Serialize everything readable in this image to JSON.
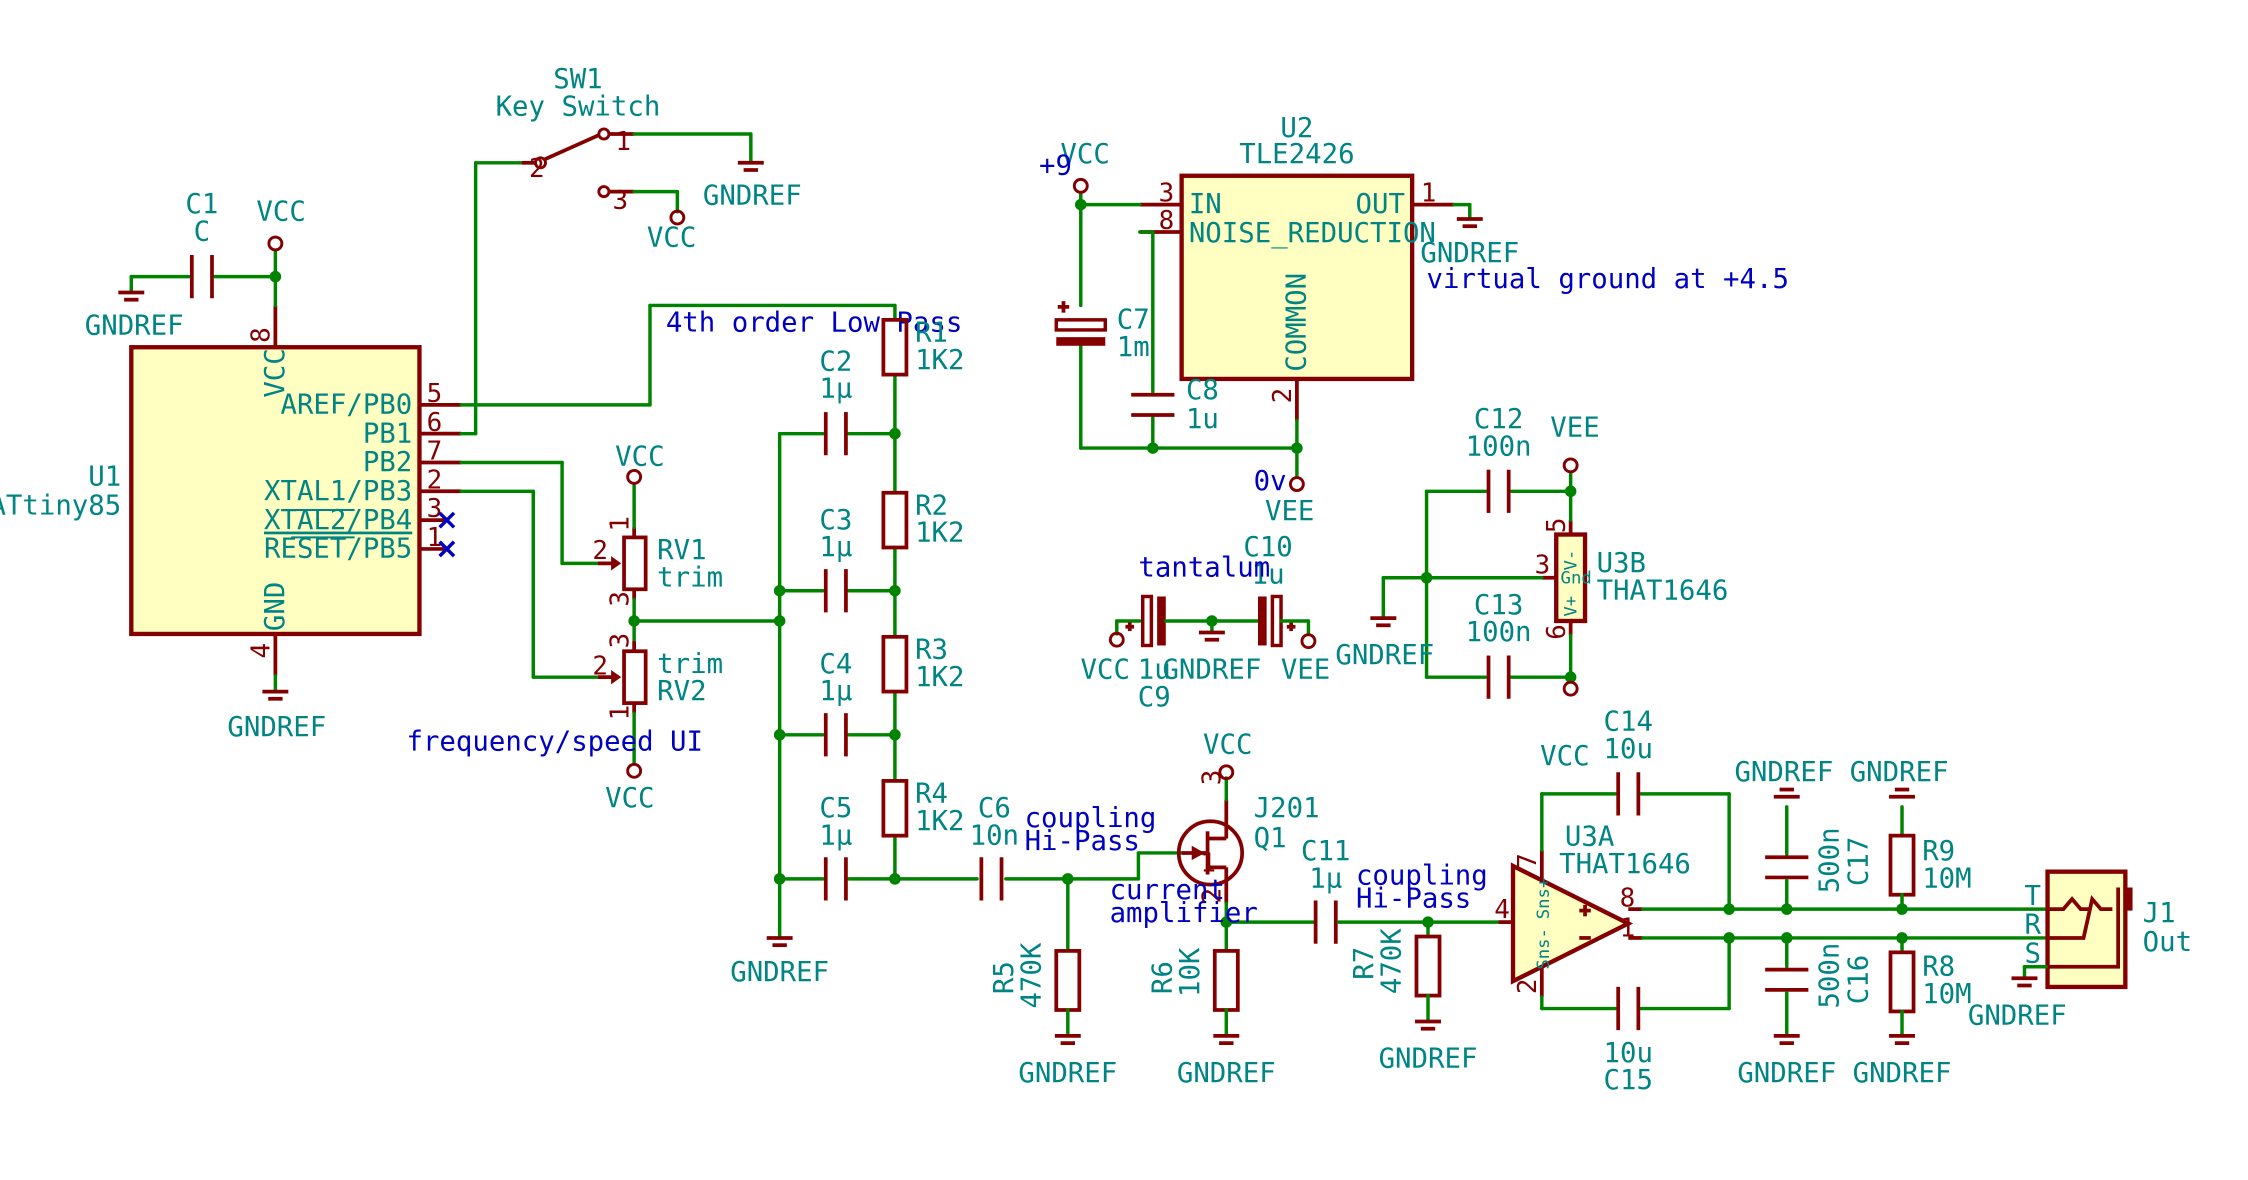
{
  "components": {
    "u1": {
      "ref": "U1",
      "value": "ATtiny85",
      "pins_left": [],
      "pins": [
        {
          "num": "5",
          "name": "AREF/PB0"
        },
        {
          "num": "6",
          "name": "PB1"
        },
        {
          "num": "7",
          "name": "PB2"
        },
        {
          "num": "2",
          "name": "XTAL1/PB3"
        },
        {
          "num": "3",
          "name": "XTAL2/PB4"
        },
        {
          "num": "1",
          "name": "RESET/PB5"
        }
      ],
      "vcc_pin": "8",
      "vcc_name": "VCC",
      "gnd_pin": "4",
      "gnd_name": "GND"
    },
    "c1": {
      "ref": "C1",
      "value": "C"
    },
    "sw1": {
      "ref": "SW1",
      "value": "Key Switch",
      "pins": [
        "1",
        "2",
        "3"
      ]
    },
    "u2": {
      "ref": "U2",
      "value": "TLE2426",
      "pin_in": "IN",
      "pin_nr": "NOISE_REDUCTION",
      "pin_out": "OUT",
      "pin_common": "COMMON",
      "num_in": "3",
      "num_nr": "8",
      "num_out": "1",
      "num_common": "2"
    },
    "c7": {
      "ref": "C7",
      "value": "1m"
    },
    "c8": {
      "ref": "C8",
      "value": "1u"
    },
    "c12": {
      "ref": "C12",
      "value": "100n"
    },
    "c13": {
      "ref": "C13",
      "value": "100n"
    },
    "u3b": {
      "ref": "U3B",
      "value": "THAT1646",
      "pin_vminus": "V-",
      "pin_gnd": "Gnd",
      "pin_vplus": "V+",
      "num_vminus": "5",
      "num_gnd": "3",
      "num_vplus": "6"
    },
    "c9": {
      "ref": "C9",
      "value": "1u"
    },
    "c10": {
      "ref": "C10",
      "value": "1u"
    },
    "r1": {
      "ref": "R1",
      "value": "1K2"
    },
    "r2": {
      "ref": "R2",
      "value": "1K2"
    },
    "r3": {
      "ref": "R3",
      "value": "1K2"
    },
    "r4": {
      "ref": "R4",
      "value": "1K2"
    },
    "c2": {
      "ref": "C2",
      "value": "1µ"
    },
    "c3": {
      "ref": "C3",
      "value": "1µ"
    },
    "c4": {
      "ref": "C4",
      "value": "1µ"
    },
    "c5": {
      "ref": "C5",
      "value": "1µ"
    },
    "rv1": {
      "ref": "RV1",
      "value": "trim"
    },
    "rv2": {
      "ref": "RV2",
      "value": "trim"
    },
    "c6": {
      "ref": "C6",
      "value": "10n"
    },
    "r5": {
      "ref": "R5",
      "value": "470K"
    },
    "q1": {
      "ref": "Q1",
      "value": "J201"
    },
    "r6": {
      "ref": "R6",
      "value": "10K"
    },
    "c11": {
      "ref": "C11",
      "value": "1µ"
    },
    "r7": {
      "ref": "R7",
      "value": "470K"
    },
    "u3a": {
      "ref": "U3A",
      "value": "THAT1646",
      "pin_snsp": "Sns+",
      "pin_snsm": "Sns-",
      "num_4": "4",
      "num_1": "1",
      "num_2": "2",
      "num_7": "7",
      "num_8": "8"
    },
    "c14": {
      "ref": "C14",
      "value": "10u"
    },
    "c15": {
      "ref": "C15",
      "value": "10u"
    },
    "c16": {
      "ref": "C16",
      "value": "500n"
    },
    "c17": {
      "ref": "C17",
      "value": "500n"
    },
    "r8": {
      "ref": "R8",
      "value": "10M"
    },
    "r9": {
      "ref": "R9",
      "value": "10M"
    },
    "j1": {
      "ref": "J1",
      "value": "Out",
      "pins": [
        "T",
        "R",
        "S"
      ]
    }
  },
  "power": {
    "vcc": "VCC",
    "vee": "VEE",
    "gndref": "GNDREF"
  },
  "notes": {
    "plus9": "+9",
    "zero_v": "0v",
    "virtual_ground": "virtual ground at +4.5",
    "low_pass": "4th order Low Pass",
    "freq_ui": "frequency/speed UI",
    "tantalum": "tantalum",
    "coupling1": "coupling",
    "hipass1": "Hi-Pass",
    "coupling2": "coupling",
    "hipass2": "Hi-Pass",
    "current": "current",
    "amplifier": "amplifier"
  },
  "colors": {
    "wire": "#008400",
    "component": "#840000",
    "body_fill": "#ffffc2",
    "text": "#008484",
    "note": "#0000c2"
  }
}
